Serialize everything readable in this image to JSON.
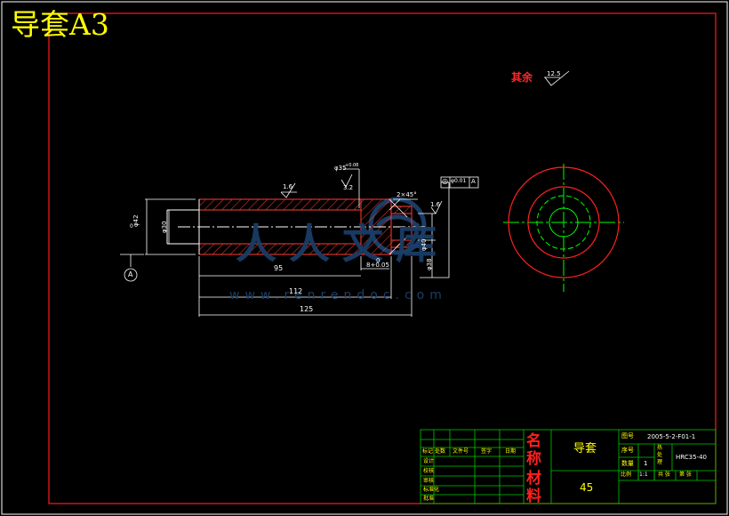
{
  "title": "导套A3",
  "watermark": {
    "chars": "人人文库",
    "url": "www.renrendoc.com"
  },
  "notes": {
    "remaining_label": "其余",
    "remaining_ra": "12.5"
  },
  "dimensions": {
    "len_95": "95",
    "len_112": "112",
    "len_125": "125",
    "tol_groove": "8+0.05",
    "tol_groove_top": "0",
    "chamfer_inner": "2×45°",
    "fit_inner": "φ35",
    "fit_inner_tol": "+0.08",
    "ra_16a": "1.6",
    "ra_16b": "1.6",
    "ra_32": "3.2",
    "gtol": "◎",
    "gtol_value": "φ0.01",
    "gtol_datum": "A",
    "dia_left": "φ42",
    "dia_bore": "φ30",
    "dia_groove": "φ40",
    "dia_step": "φ38",
    "datum_label": "A",
    "zero_mark": "0"
  },
  "title_block": {
    "name_label": "名称",
    "name_value": "导套",
    "material_label": "材料",
    "material_value": "45",
    "drawing_no_label": "图号",
    "drawing_no": "2005-5-2-F01-1",
    "seq_label": "序号",
    "qty_label": "数量",
    "qty_value": "1",
    "heat_label": "热处理",
    "heat_value": "HRC35-40",
    "scale_label": "比例",
    "scale_value": "1:1",
    "sheet_labels": [
      "共 张",
      "第 张"
    ],
    "rev_headers": [
      "标记",
      "处数",
      "文件号",
      "签字",
      "日期"
    ],
    "role_labels": [
      "设计",
      "校核",
      "审核",
      "标准化",
      "批准"
    ]
  }
}
